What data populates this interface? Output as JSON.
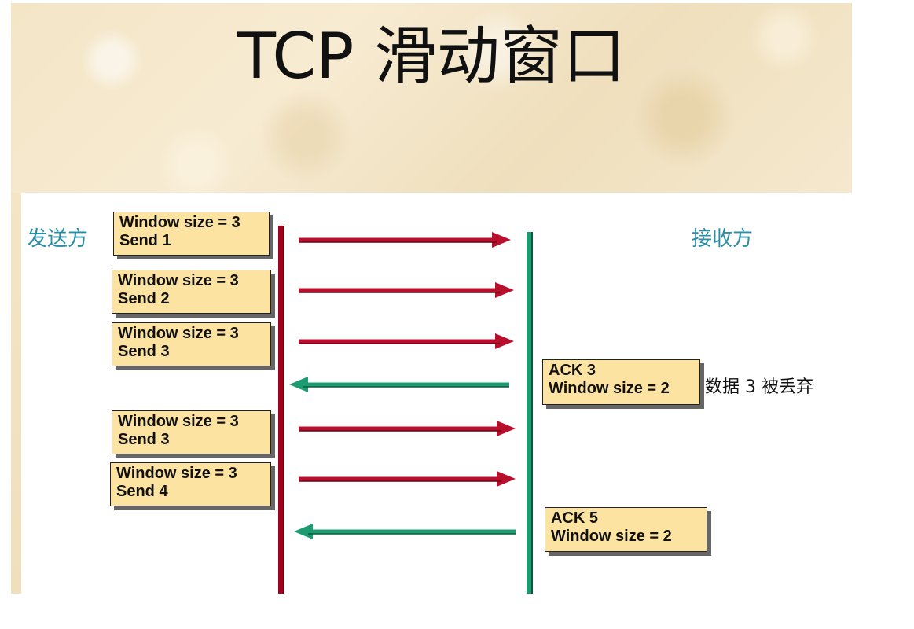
{
  "title": "TCP 滑动窗口",
  "sender_label": "发送方",
  "receiver_label": "接收方",
  "colors": {
    "sender_line": "#a3001f",
    "receiver_line": "#1d9c72",
    "data_arrow": "#b8102c",
    "ack_arrow": "#1d9c72",
    "box_fill": "#fde3a1",
    "role_text": "#2a8fa6"
  },
  "sender_messages": [
    {
      "line1": "Window size = 3",
      "line2": "Send 1"
    },
    {
      "line1": "Window size = 3",
      "line2": "Send 2"
    },
    {
      "line1": "Window size = 3",
      "line2": "Send 3"
    },
    {
      "line1": "Window size = 3",
      "line2": "Send 3"
    },
    {
      "line1": "Window size = 3",
      "line2": "Send 4"
    }
  ],
  "receiver_messages": [
    {
      "line1": "ACK 3",
      "line2": "Window size = 2"
    },
    {
      "line1": "ACK 5",
      "line2": "Window size = 2"
    }
  ],
  "drop_note": "数据 3 被丢弃"
}
